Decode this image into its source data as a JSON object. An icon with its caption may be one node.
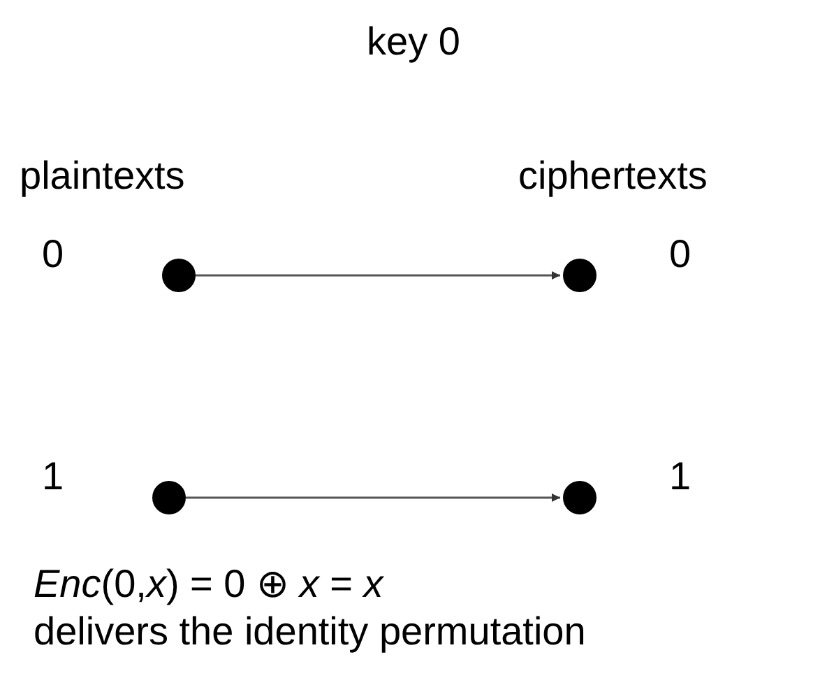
{
  "diagram": {
    "title": "key 0",
    "caption": "*Enc*(0,*x*) = 0 ⊕ *x* = *x*",
    "nodes": [
      {
        "text": [],
        "shape": "circle",
        "beside": [
          "0"
        ]
      },
      {
        "text": [],
        "shape": "circle",
        "beside": [
          "0"
        ]
      },
      {
        "text": [],
        "shape": "circle",
        "beside": [
          "1"
        ]
      },
      {
        "text": [],
        "shape": "circle",
        "beside": [
          "1"
        ]
      }
    ],
    "edges": [
      {
        "from": 0,
        "to": 1,
        "arrow": "to"
      },
      {
        "from": 2,
        "to": 3,
        "arrow": "to"
      }
    ],
    "labels": [
      "plaintexts",
      "ciphertexts",
      "delivers the identity permutation"
    ]
  }
}
